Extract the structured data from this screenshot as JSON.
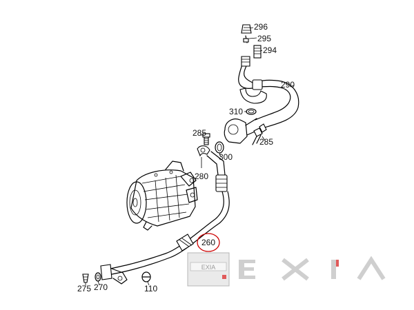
{
  "diagram": {
    "part_labels": {
      "p296": "296",
      "p295": "295",
      "p294": "294",
      "p290": "290",
      "p310": "310",
      "p285a": "285",
      "p285b": "285",
      "p300": "300",
      "p280": "280",
      "p260": "260",
      "p275": "275",
      "p270": "270",
      "p110": "110"
    },
    "highlighted_part": "260",
    "highlight_color": "#cc0000"
  },
  "watermark": {
    "wordmark": "EXIA",
    "badge_text": "EXIA",
    "color": "#c8c8c8",
    "accent_color": "#e05a5a"
  }
}
